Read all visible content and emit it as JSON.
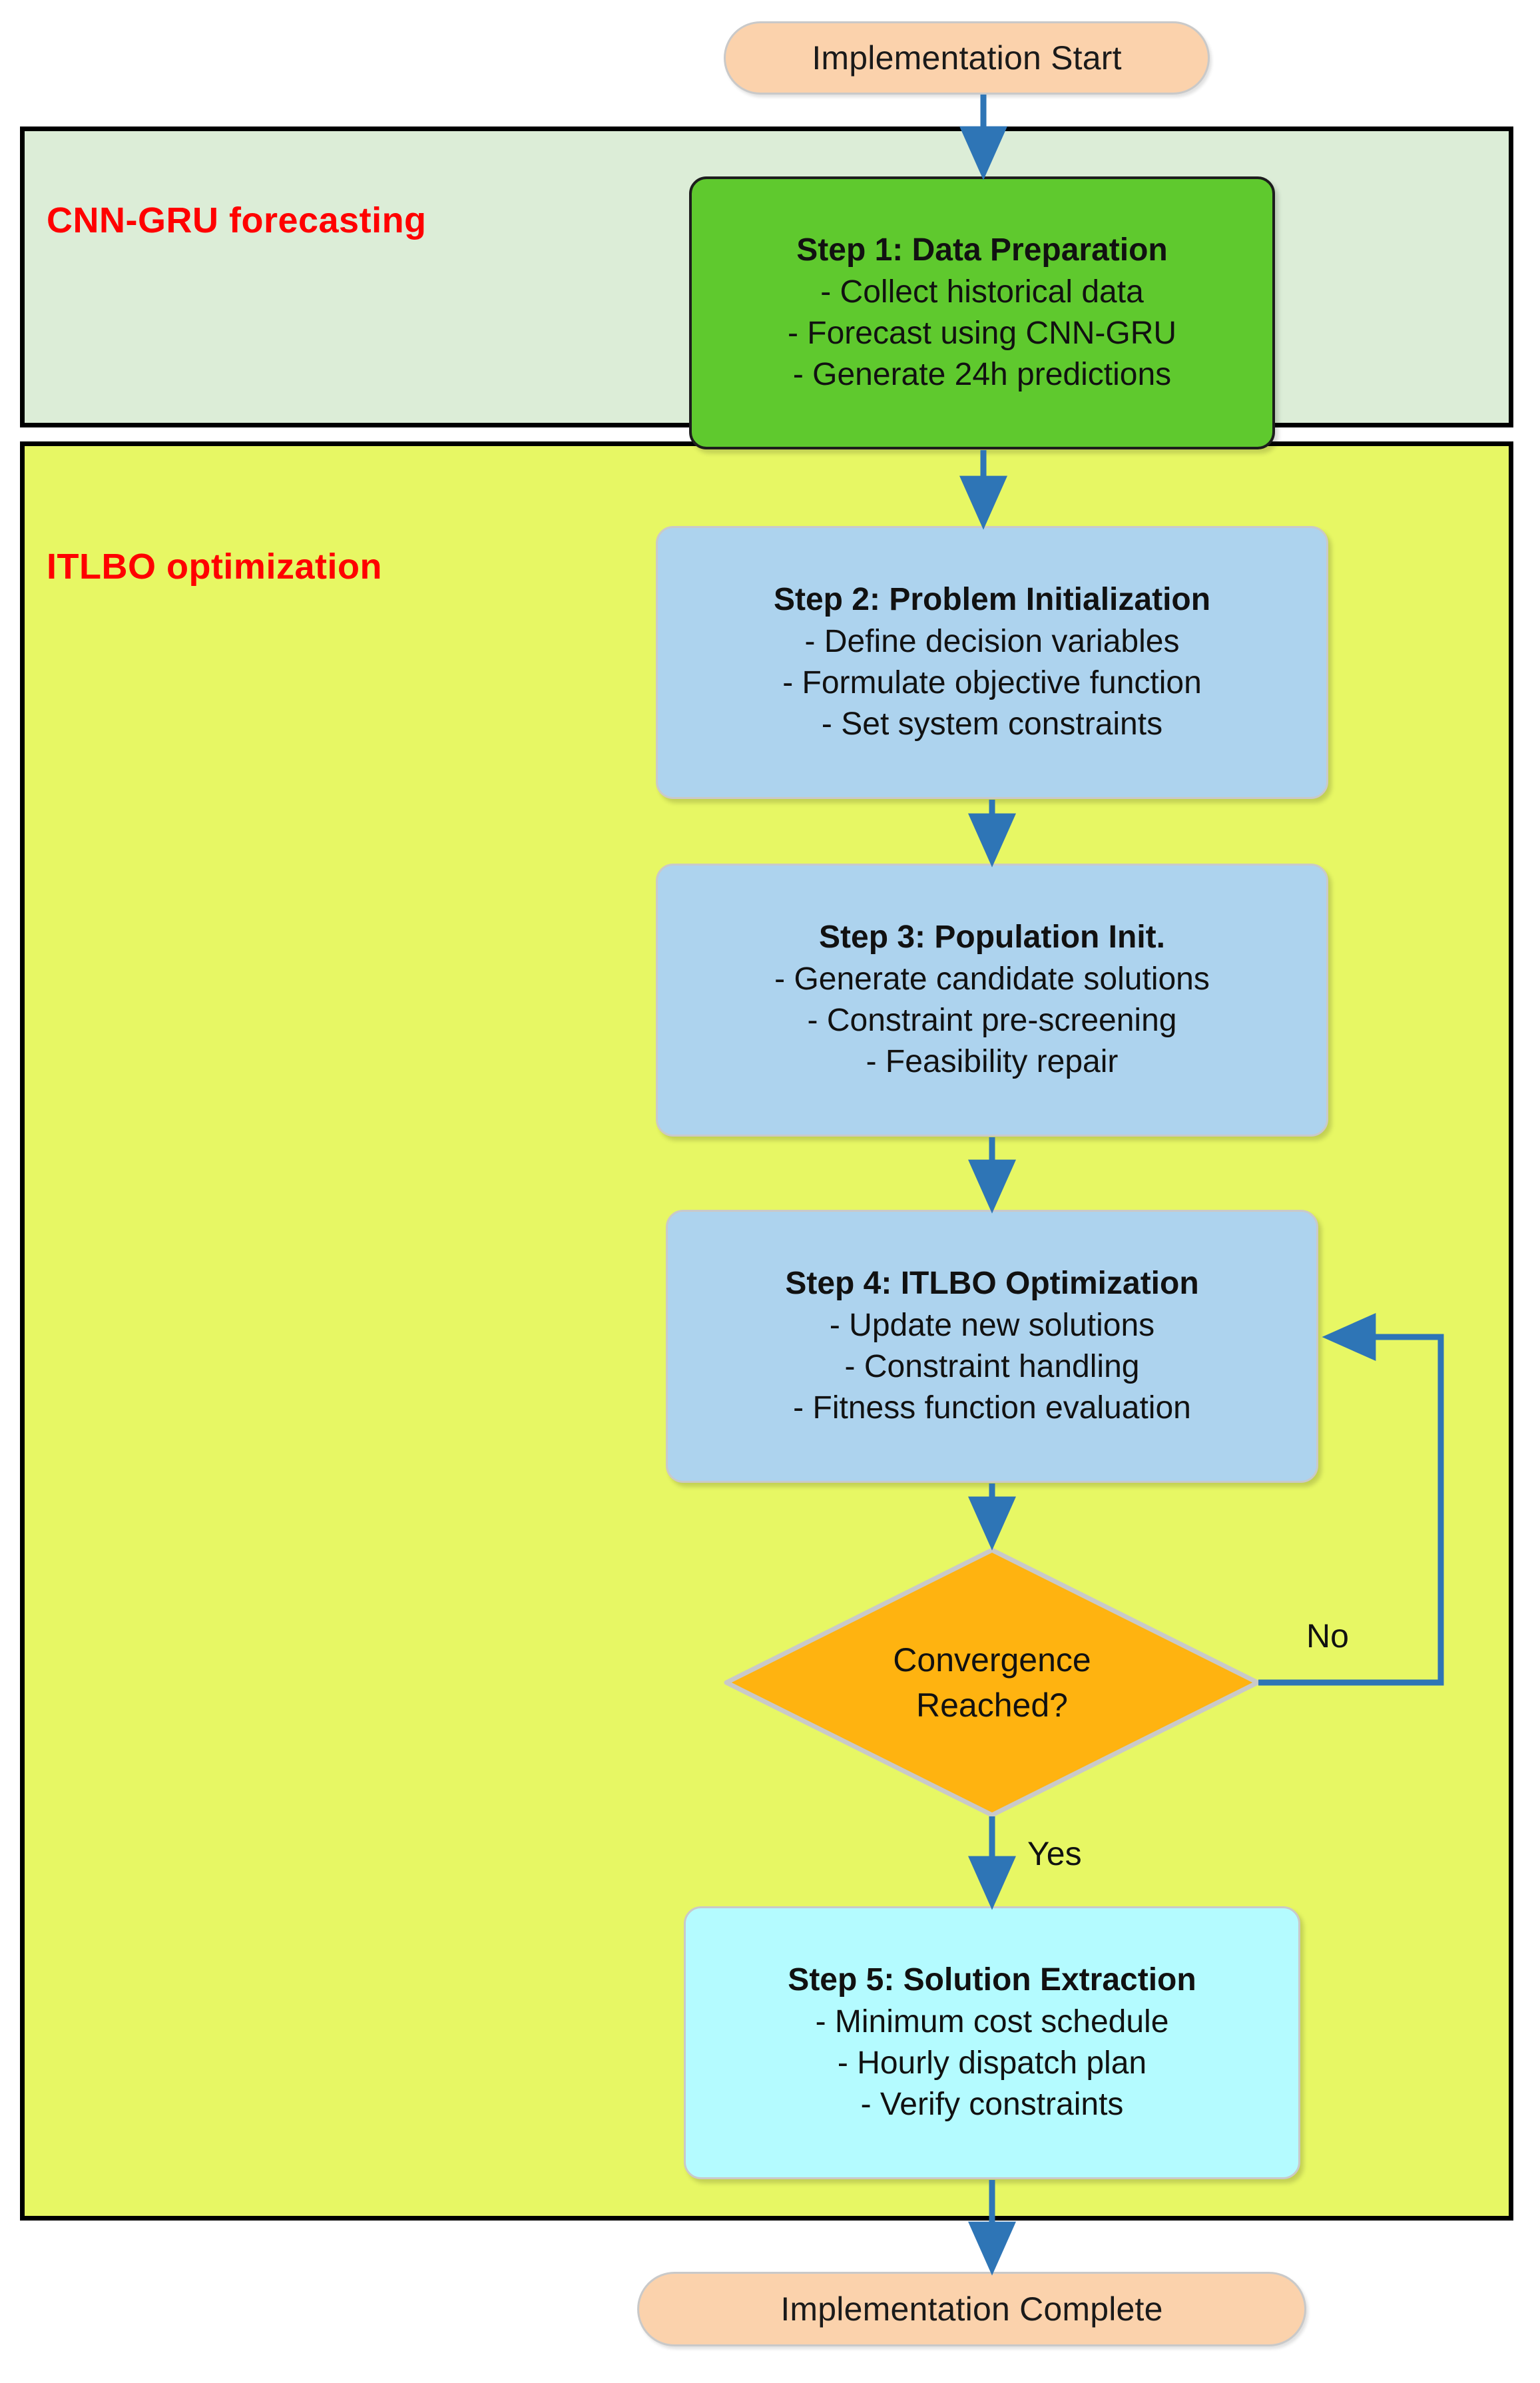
{
  "diagram": {
    "title": "CNN-GRU forecasting and ITLBO optimization implementation flowchart",
    "colors": {
      "terminator_fill": "#FBD2AC",
      "cnn_section_fill": "#DCEDD7",
      "itlbo_section_fill": "#E7F764",
      "step1_fill": "#5FC92E",
      "step_blue_fill": "#ADD3EE",
      "step5_fill": "#B4FBFF",
      "decision_fill": "#FFB310",
      "connector_stroke": "#2E75B6",
      "section_label_color": "#FF0000",
      "section_border": "#000000"
    }
  },
  "start_node": {
    "label": "Implementation Start"
  },
  "end_node": {
    "label": "Implementation Complete"
  },
  "sections": [
    {
      "id": "cnn-gru-forecasting",
      "label": "CNN-GRU forecasting"
    },
    {
      "id": "itlbo-optimization",
      "label": "ITLBO optimization"
    }
  ],
  "steps": [
    {
      "id": "step-1",
      "title": "Step 1: Data Preparation",
      "lines": [
        "- Collect historical data",
        "- Forecast using CNN-GRU",
        "- Generate 24h predictions"
      ]
    },
    {
      "id": "step-2",
      "title": "Step 2: Problem Initialization",
      "lines": [
        "- Define decision variables",
        "- Formulate objective function",
        "- Set system constraints"
      ]
    },
    {
      "id": "step-3",
      "title": "Step 3: Population Init.",
      "lines": [
        "- Generate candidate solutions",
        "- Constraint pre-screening",
        "- Feasibility repair"
      ]
    },
    {
      "id": "step-4",
      "title": "Step 4: ITLBO Optimization",
      "lines": [
        "- Update new solutions",
        "- Constraint handling",
        "- Fitness function evaluation"
      ]
    },
    {
      "id": "step-5",
      "title": "Step 5: Solution Extraction",
      "lines": [
        "- Minimum cost schedule",
        "- Hourly dispatch plan",
        "- Verify constraints"
      ]
    }
  ],
  "decision": {
    "id": "convergence-decision",
    "line1": "Convergence",
    "line2": "Reached?",
    "yes_label": "Yes",
    "no_label": "No"
  }
}
